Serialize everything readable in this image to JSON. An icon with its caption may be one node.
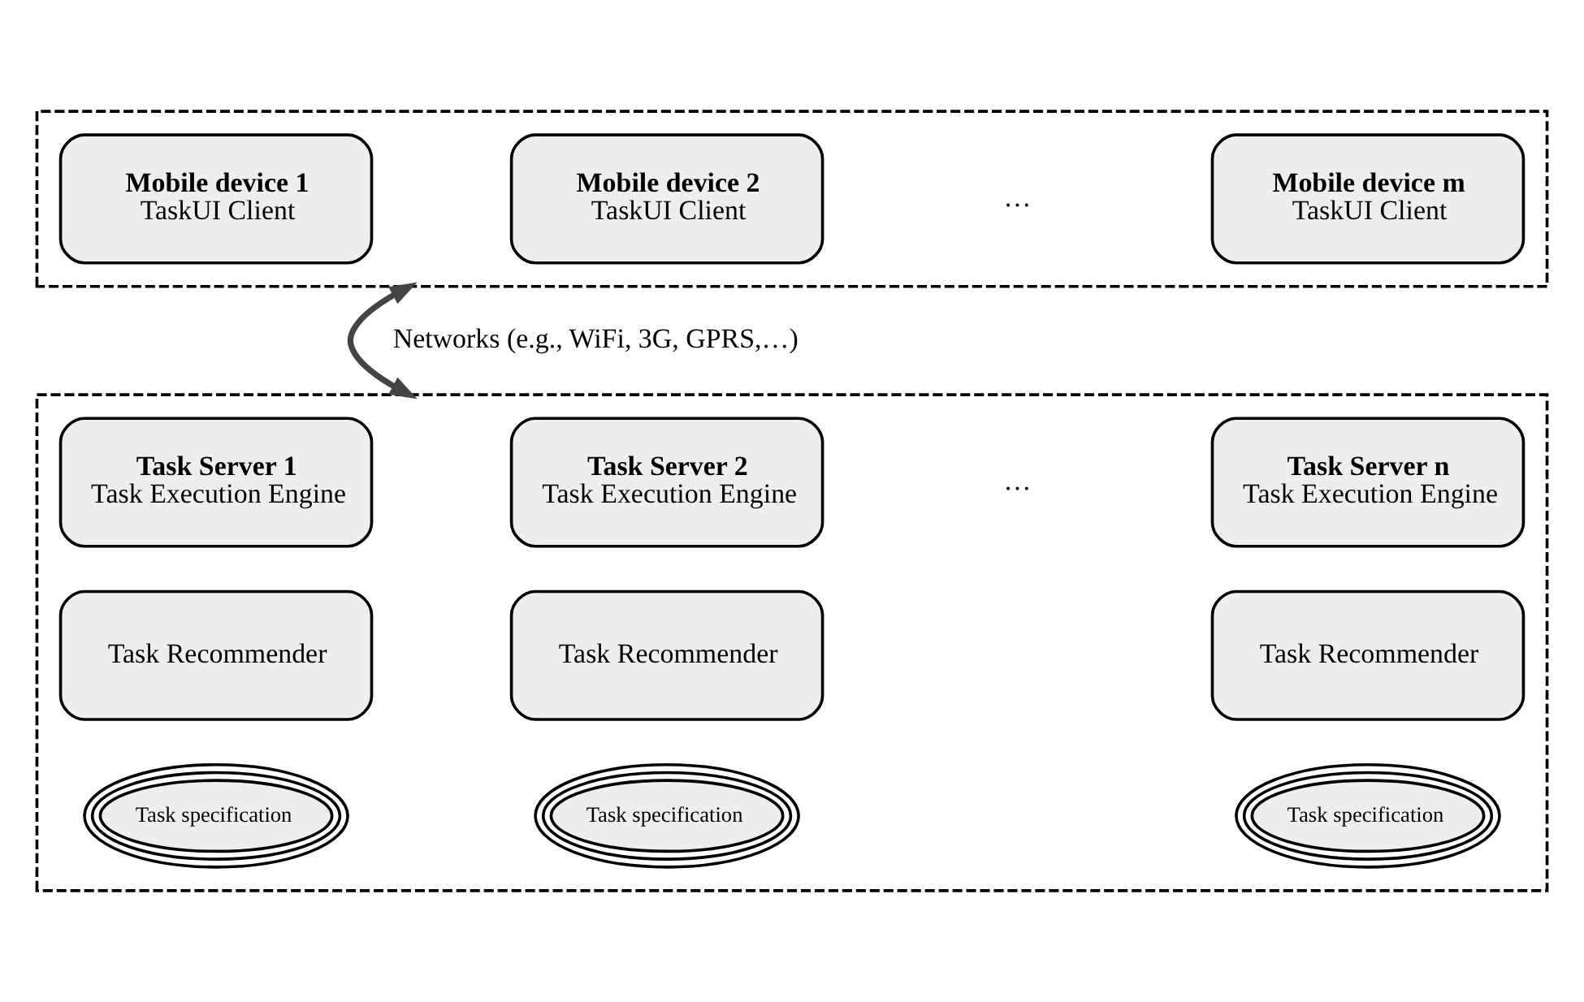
{
  "diagram": {
    "nodes": [
      {
        "text": [],
        "shape": "box"
      },
      {
        "text": [
          "Mobile device 1",
          "TaskUI Client"
        ],
        "in": 0
      },
      {
        "text": [
          "Mobile device 2",
          "TaskUI Client"
        ],
        "in": 0
      },
      {
        "text": [
          "Mobile device m",
          "TaskUI Client"
        ],
        "in": 0
      },
      {
        "text": [],
        "shape": "box"
      },
      {
        "text": [
          "Task Server 1",
          "Task Execution Engine"
        ],
        "in": 4
      },
      {
        "text": [
          "Task Recommender"
        ],
        "in": 4
      },
      {
        "text": [
          "Task specification"
        ],
        "in": 4
      },
      {
        "text": [
          "Task Server 2",
          "Task Execution Engine"
        ],
        "in": 4
      },
      {
        "text": [
          "Task Recommender"
        ],
        "in": 4
      },
      {
        "text": [
          "Task specification"
        ],
        "in": 4
      },
      {
        "text": [
          "Task Server n",
          "Task Execution Engine"
        ],
        "in": 4
      },
      {
        "text": [
          "Task Recommender"
        ],
        "in": 4
      },
      {
        "text": [
          "Task specification"
        ],
        "in": 4
      }
    ],
    "edges": [
      {
        "from": 0,
        "to": 4,
        "arrow": "both",
        "label": "Networks (e.g., WiFi, 3G, GPRS,…)"
      }
    ],
    "labels": [
      "…",
      "…"
    ]
  }
}
